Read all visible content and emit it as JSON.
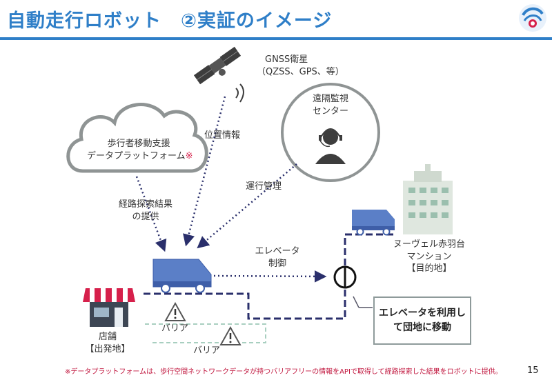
{
  "title": "自動走行ロボット　②実証のイメージ",
  "satellite": {
    "name": "GNSS衛星",
    "detail": "（QZSS、GPS、等）"
  },
  "cloud": {
    "line1": "歩行者移動支援",
    "line2": "データプラットフォーム",
    "mark": "※"
  },
  "monitor_center": {
    "line1": "遠隔監視",
    "line2": "センター"
  },
  "arrows": {
    "position_info": "位置情報",
    "operation": "運行管理",
    "route_line1": "経路探索結果",
    "route_line2": "の提供",
    "elevator_line1": "エレベータ",
    "elevator_line2": "制御"
  },
  "destination": {
    "line1": "ヌーヴェル赤羽台",
    "line2": "マンション",
    "line3": "【目的地】"
  },
  "callout": {
    "line1": "エレベータを利用し",
    "line2": "て団地に移動"
  },
  "store": {
    "line1": "店舗",
    "line2": "【出発地】"
  },
  "barriers": [
    "バリア",
    "バリア"
  ],
  "footnote": "※データプラットフォームは、歩行空間ネットワークデータが持つバリアフリーの情報をAPIで取得して経路探索した結果をロボットに提供。",
  "page_number": "15",
  "colors": {
    "title": "#2f7fc8",
    "robot": "#5b7fc7",
    "route": "#2a2f6b",
    "footnote": "#c0143c"
  }
}
